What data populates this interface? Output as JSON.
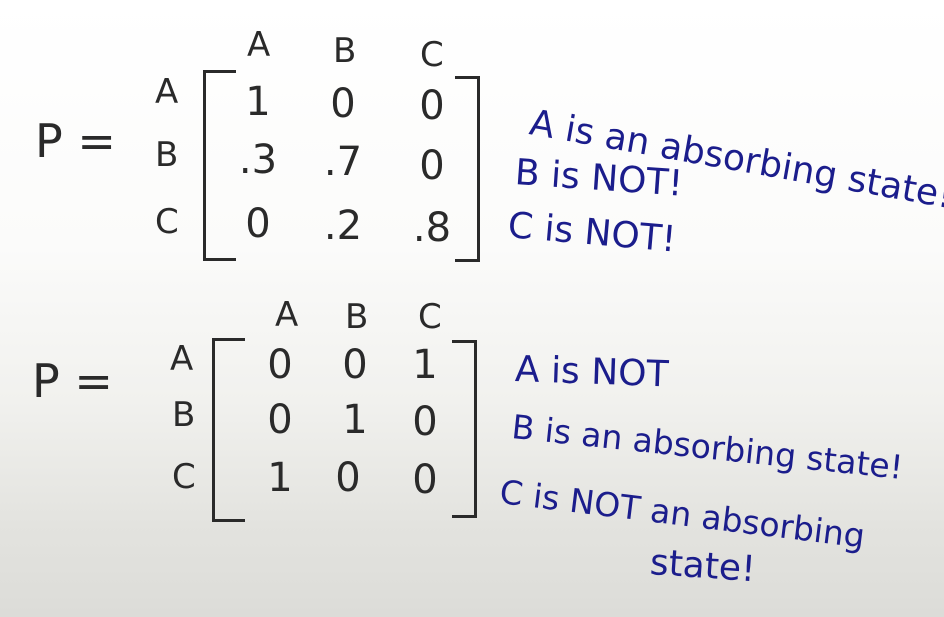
{
  "matrices": [
    {
      "label": "P =",
      "col_headers": [
        "A",
        "B",
        "C"
      ],
      "row_headers": [
        "A",
        "B",
        "C"
      ],
      "rows": [
        [
          "1",
          "0",
          "0"
        ],
        [
          ".3",
          ".7",
          "0"
        ],
        [
          "0",
          ".2",
          ".8"
        ]
      ],
      "notes": [
        "A is an absorbing state!",
        "B is NOT!",
        "C is NOT!"
      ]
    },
    {
      "label": "P =",
      "col_headers": [
        "A",
        "B",
        "C"
      ],
      "row_headers": [
        "A",
        "B",
        "C"
      ],
      "rows": [
        [
          "0",
          "0",
          "1"
        ],
        [
          "0",
          "1",
          "0"
        ],
        [
          "1",
          "0",
          "0"
        ]
      ],
      "notes": [
        "A is NOT",
        "B is an absorbing state!",
        "C is NOT an absorbing",
        "state!"
      ]
    }
  ]
}
